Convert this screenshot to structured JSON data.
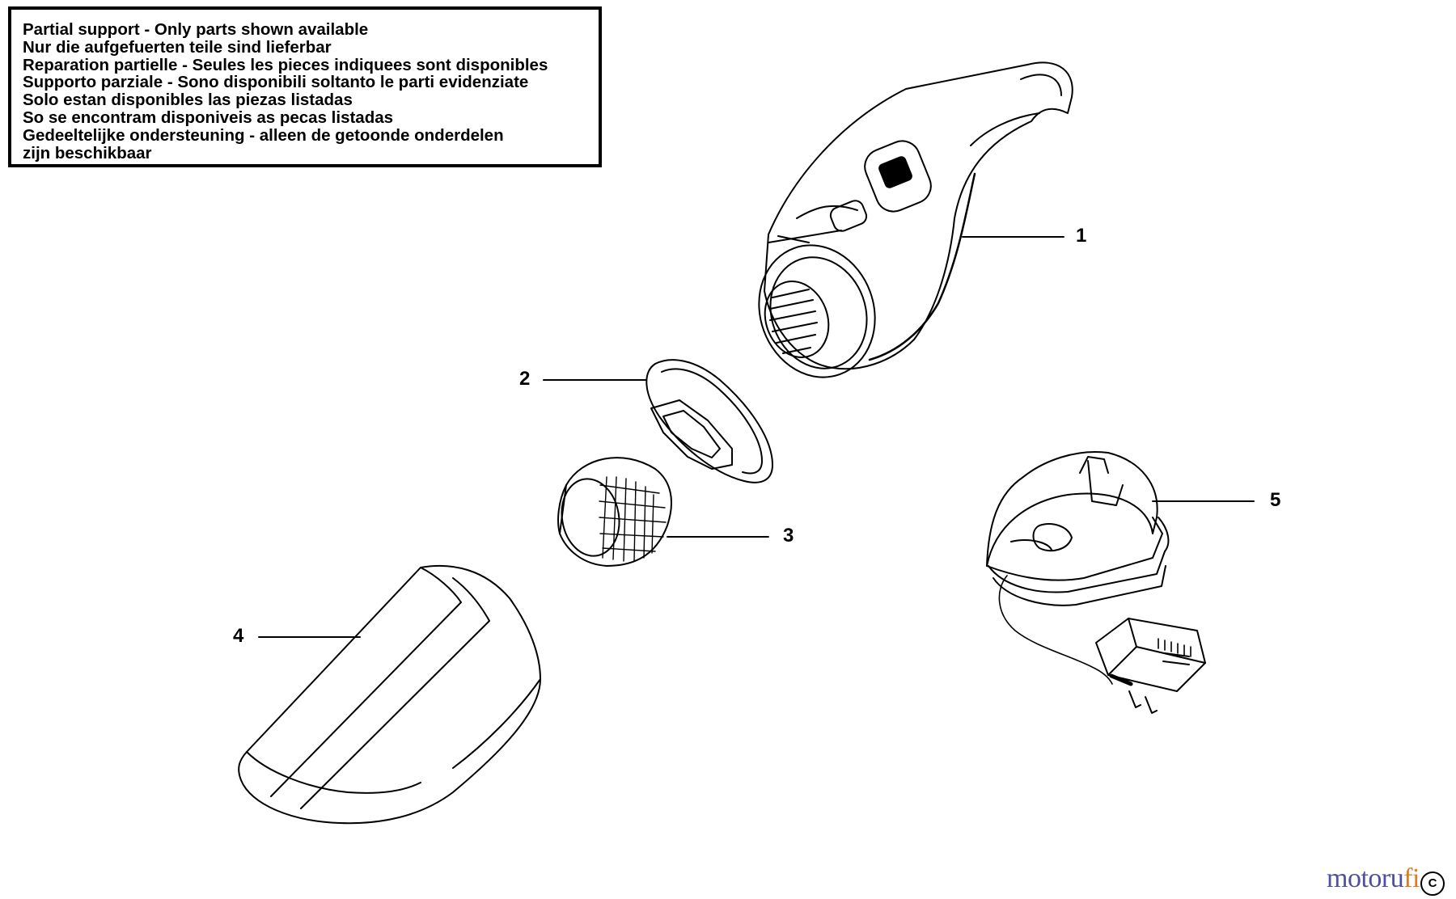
{
  "notice": {
    "lines": [
      "Partial support - Only parts shown available",
      "Nur die aufgefuerten teile sind lieferbar",
      "Reparation partielle - Seules les pieces indiquees sont disponibles",
      "Supporto parziale - Sono disponibili soltanto le parti evidenziate",
      "Solo estan disponibles las piezas listadas",
      "So se encontram disponiveis as pecas listadas",
      "Gedeeltelijke ondersteuning - alleen de getoonde onderdelen",
      "zijn beschikbaar"
    ]
  },
  "parts": [
    {
      "number": "1",
      "name": "vacuum-body"
    },
    {
      "number": "2",
      "name": "filter-frame"
    },
    {
      "number": "3",
      "name": "filter"
    },
    {
      "number": "4",
      "name": "dust-bowl"
    },
    {
      "number": "5",
      "name": "charging-base-with-adapter"
    }
  ],
  "watermark": {
    "text_a": "motoru",
    "text_b": "fi"
  },
  "logo_mark": "C",
  "colors": {
    "line": "#000000",
    "watermark_blue": "#4f4f9e",
    "watermark_orange": "#e07a22"
  }
}
